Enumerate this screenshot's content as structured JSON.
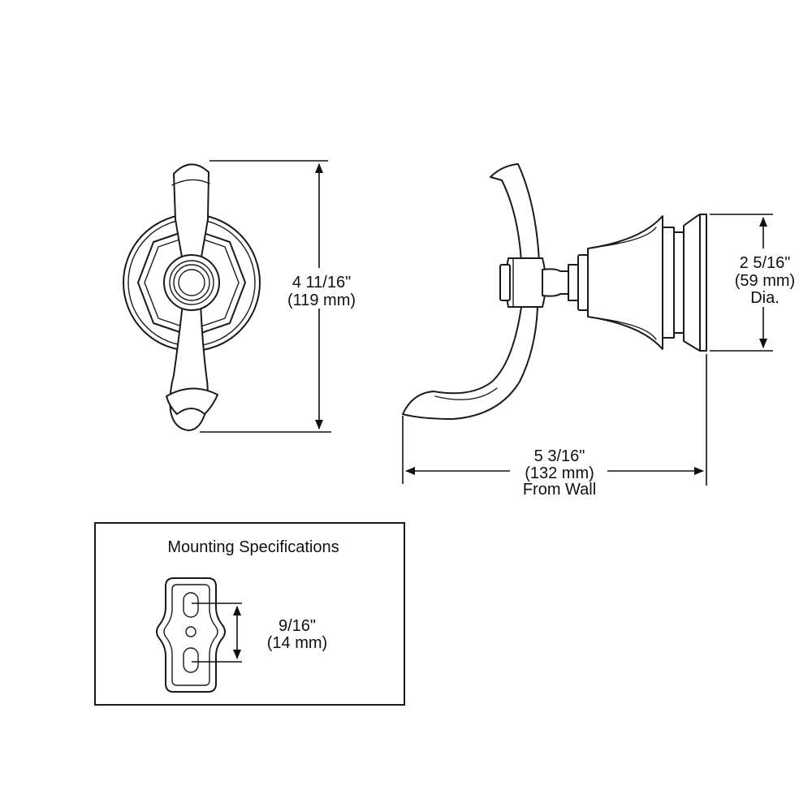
{
  "front_view": {
    "height_imperial": "4 11/16\"",
    "height_metric": "(119 mm)"
  },
  "side_view": {
    "diameter_imperial": "2 5/16\"",
    "diameter_metric": "(59 mm)",
    "diameter_note": "Dia.",
    "projection_imperial": "5 3/16\"",
    "projection_metric": "(132 mm)",
    "projection_note": "From Wall"
  },
  "mounting": {
    "title": "Mounting Specifications",
    "spacing_imperial": "9/16\"",
    "spacing_metric": "(14 mm)"
  }
}
